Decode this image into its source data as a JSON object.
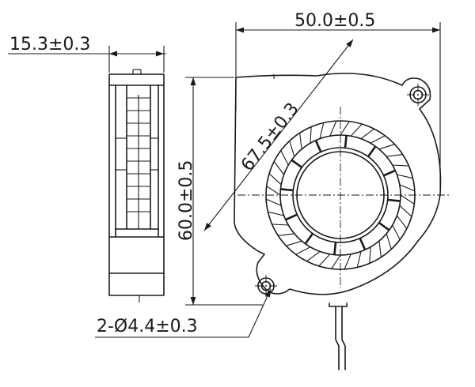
{
  "dimensions": {
    "thickness": "15.3±0.3",
    "width": "50.0±0.5",
    "height": "60.0±0.5",
    "diagonal": "67.5±0.3",
    "holes": "2-Ø4.4±0.3"
  },
  "colors": {
    "ink": "#1a1a1a",
    "background": "#ffffff"
  }
}
